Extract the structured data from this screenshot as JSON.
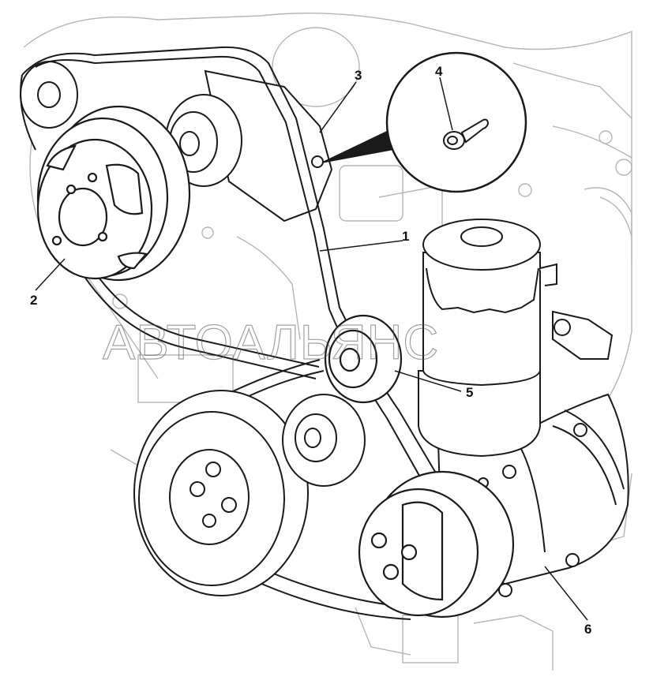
{
  "watermark": "АВТОАЛЬЯНС",
  "callouts": [
    {
      "id": "belt",
      "label": "1"
    },
    {
      "id": "water-pump-pulley",
      "label": "2"
    },
    {
      "id": "tensioner-bracket",
      "label": "3"
    },
    {
      "id": "bolt",
      "label": "4"
    },
    {
      "id": "idler-pulley",
      "label": "5"
    },
    {
      "id": "ac-compressor",
      "label": "6"
    }
  ],
  "colors": {
    "line": "#1a1a1a",
    "faint": "#b5b5b5",
    "paper": "#ffffff"
  }
}
